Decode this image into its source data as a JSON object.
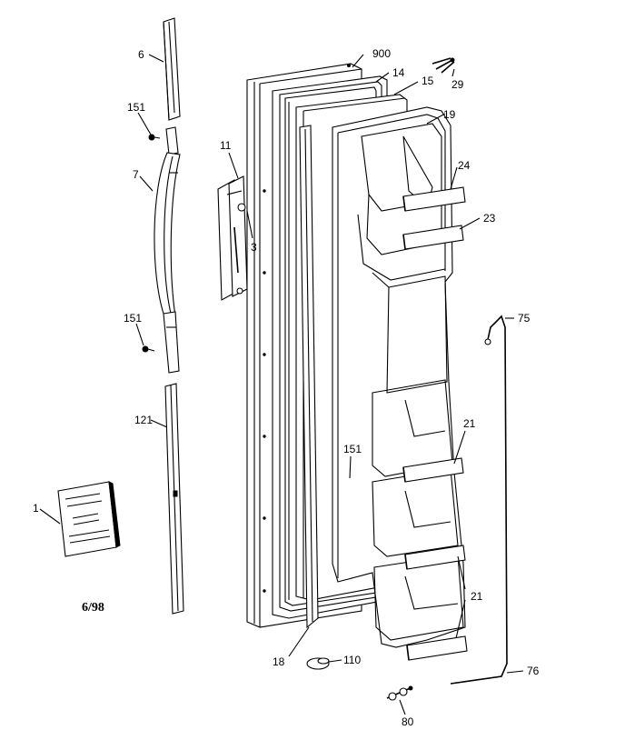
{
  "callouts": {
    "c900": "900",
    "c14": "14",
    "c15": "15",
    "c29": "29",
    "c19": "19",
    "c24": "24",
    "c23": "23",
    "c6": "6",
    "c151a": "151",
    "c11": "11",
    "c7": "7",
    "c3": "3",
    "c151b": "151",
    "c75": "75",
    "c121": "121",
    "c21a": "21",
    "c151c": "151",
    "c1": "1",
    "c21b": "21",
    "c18": "18",
    "c110": "110",
    "c76": "76",
    "c80": "80"
  },
  "date_code": "6/98"
}
